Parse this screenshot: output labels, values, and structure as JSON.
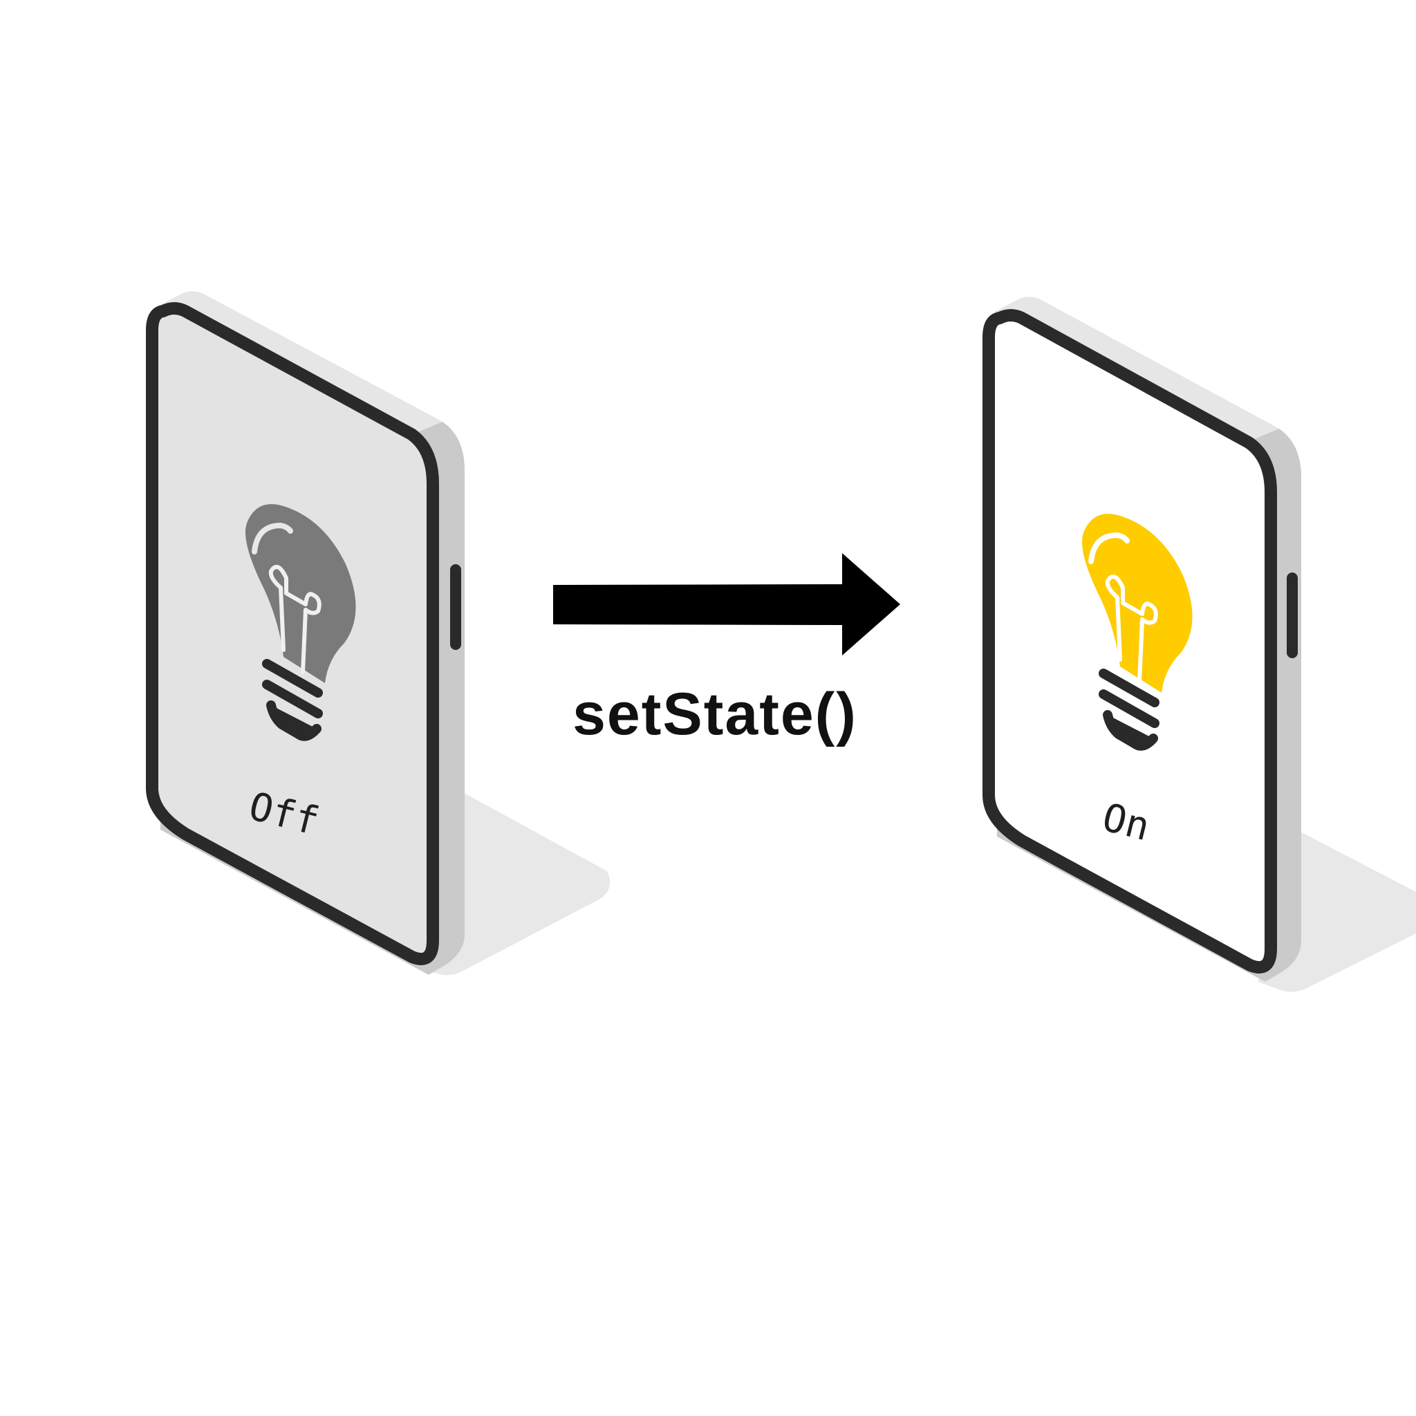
{
  "off_phone": {
    "label": "Off",
    "screen_color": "#e3e3e3",
    "bulb_color": "#7a7a7a",
    "icon": "lightbulb-off-icon"
  },
  "on_phone": {
    "label": "On",
    "screen_color": "#ffffff",
    "bulb_color": "#ffcc00",
    "icon": "lightbulb-on-icon"
  },
  "transition": {
    "label": "setState()",
    "icon": "arrow-right-icon"
  },
  "colors": {
    "frame": "#2a2a2a",
    "phone_side": "#cacaca",
    "phone_top": "#e6e6e6",
    "shadow": "#e8e8e8",
    "arrow": "#000000"
  }
}
